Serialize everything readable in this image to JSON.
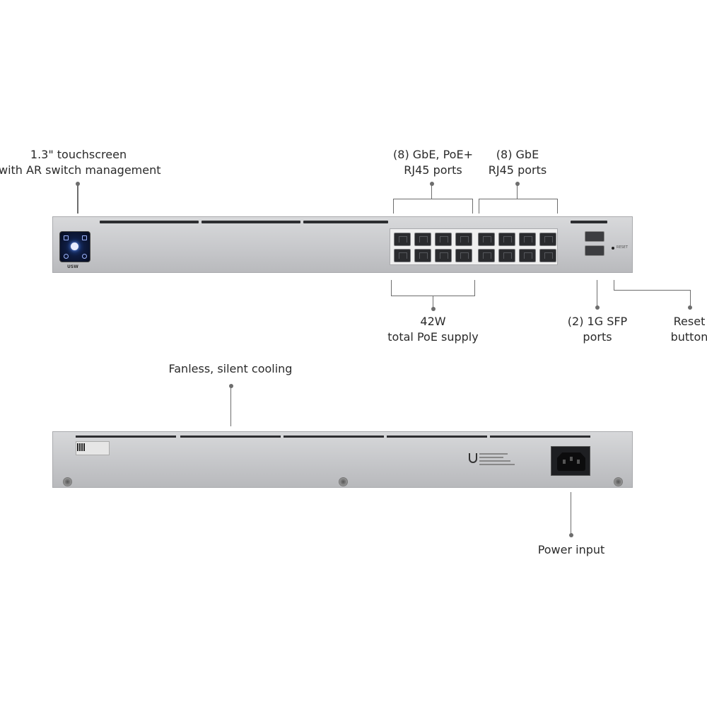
{
  "callouts": {
    "touchscreen": [
      "1.3\" touchscreen",
      "with AR switch management"
    ],
    "poe_ports": [
      "(8) GbE, PoE+",
      "RJ45 ports"
    ],
    "gbe_ports": [
      "(8) GbE",
      "RJ45 ports"
    ],
    "poe_supply": [
      "42W",
      "total PoE supply"
    ],
    "sfp_ports": [
      "(2) 1G SFP",
      "ports"
    ],
    "reset_button": [
      "Reset",
      "button"
    ],
    "cooling": "Fanless, silent cooling",
    "power_input": "Power input"
  },
  "front_panel": {
    "model_badge": "USW",
    "reset_label": "RESET"
  },
  "colors": {
    "chassis": "#c6c7ca",
    "leader_line": "#6d6d6d",
    "screen": "#0e1b3f",
    "port": "#2a2b2e"
  },
  "icons": [
    "touchscreen-icon",
    "rj45-port-icon",
    "sfp-port-icon",
    "reset-hole-icon",
    "power-socket-icon",
    "screw-icon",
    "ubiquiti-logo-icon",
    "qr-code-icon"
  ]
}
